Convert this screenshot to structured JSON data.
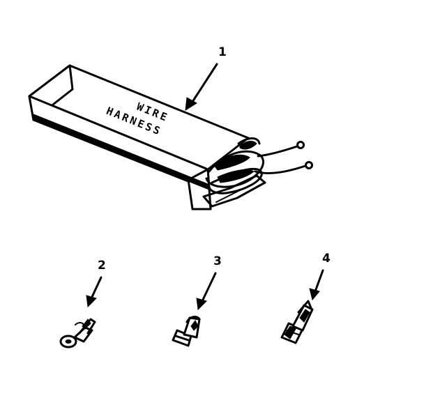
{
  "parts": [
    {
      "callout": "1",
      "name": "wire harness package",
      "box_text_line1": "WIRE",
      "box_text_line2": "HARNESS"
    },
    {
      "callout": "2",
      "name": "ring terminal"
    },
    {
      "callout": "3",
      "name": "spade terminal"
    },
    {
      "callout": "4",
      "name": "crimp terminal"
    }
  ]
}
